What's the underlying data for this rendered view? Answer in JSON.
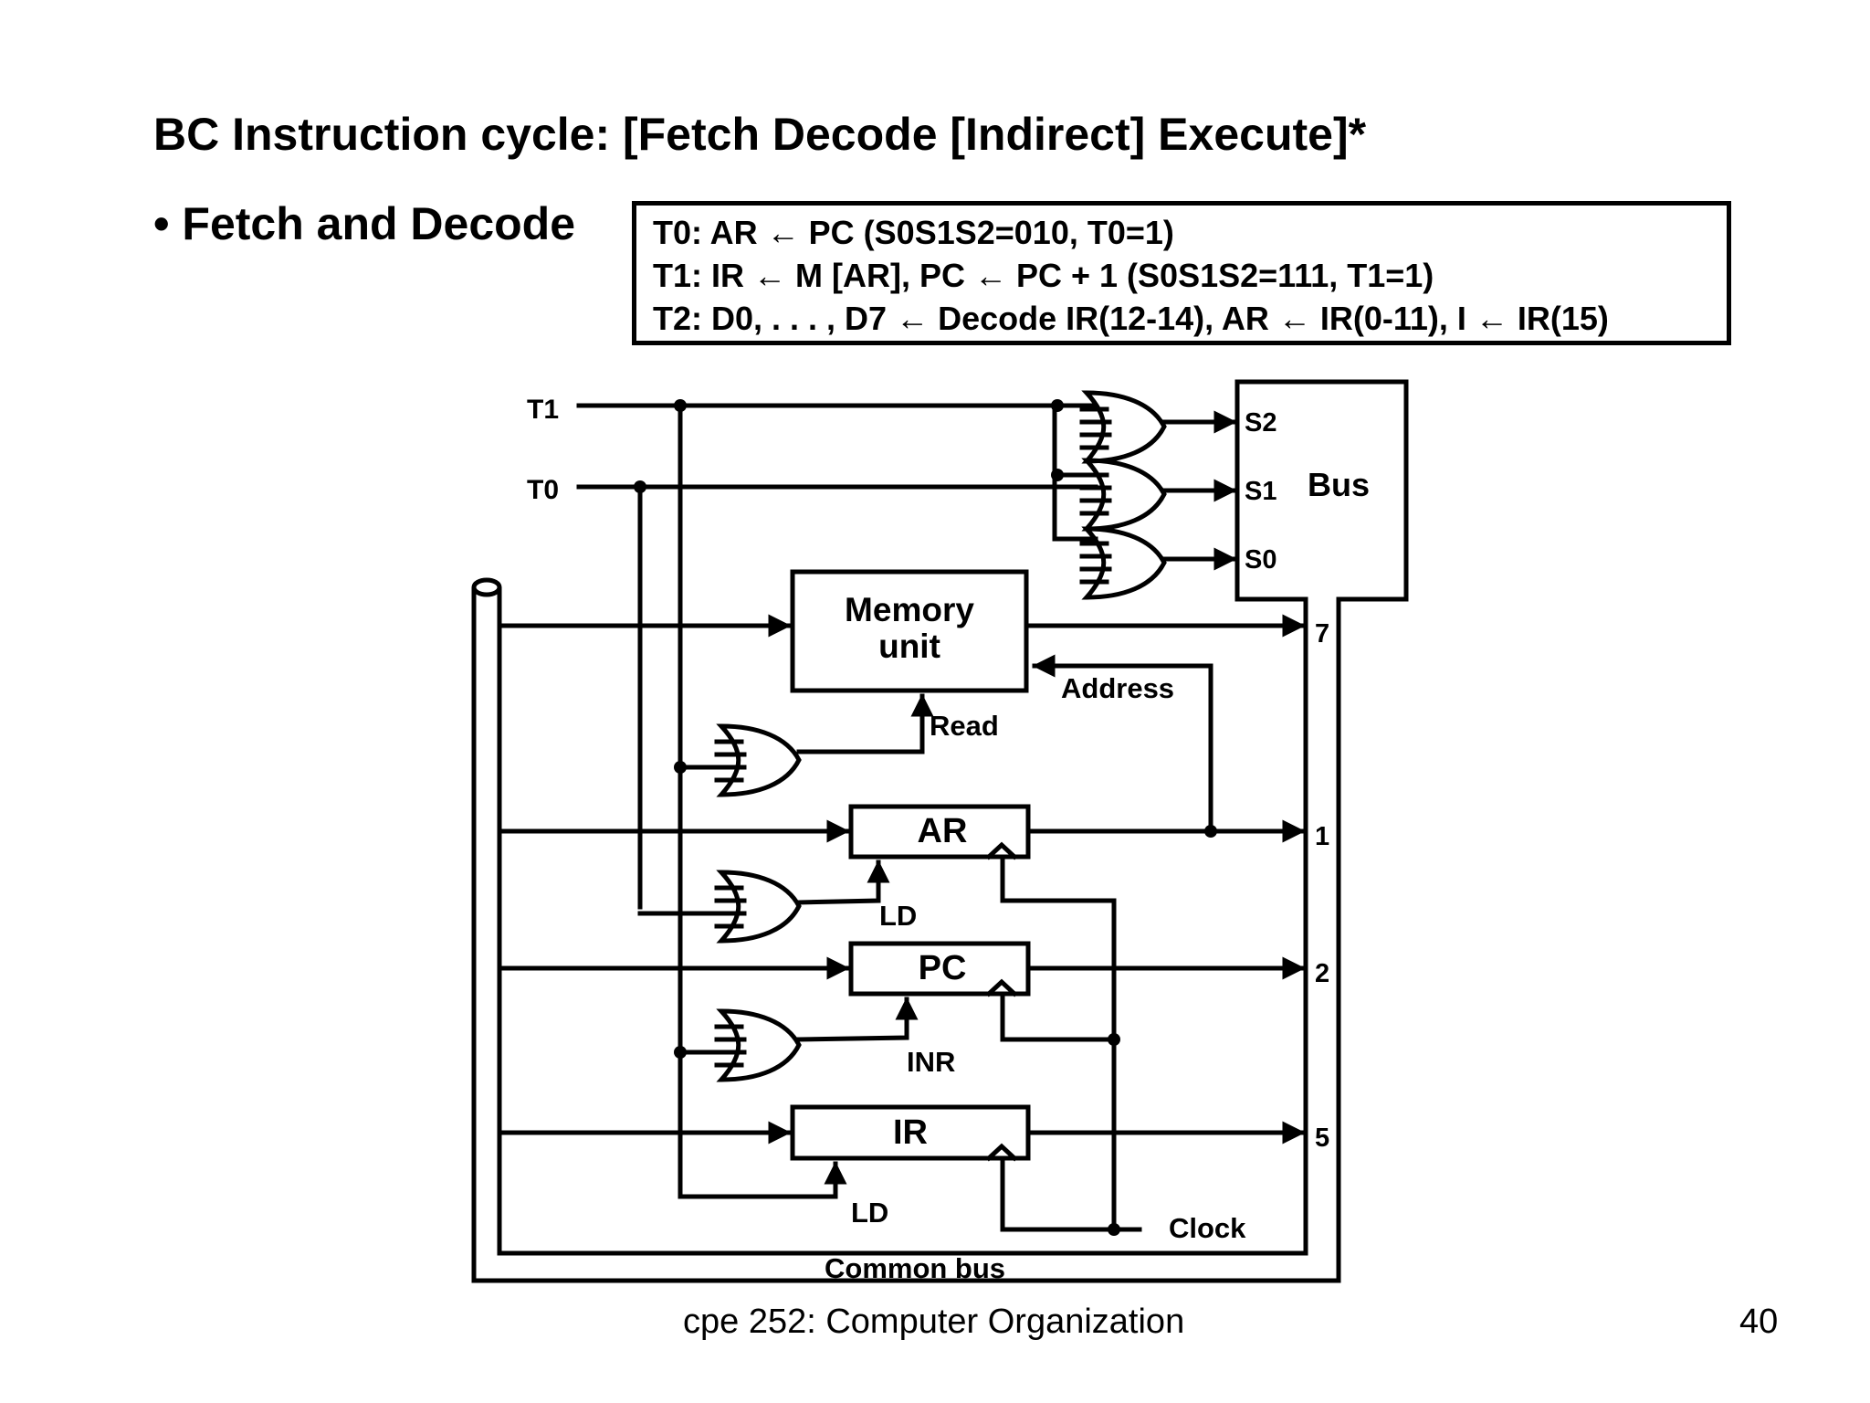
{
  "slide": {
    "title": "BC Instruction cycle:  [Fetch  Decode  [Indirect]  Execute]*",
    "bullet": "• Fetch and Decode",
    "rtl": [
      "T0: AR ← PC  (S0S1S2=010, T0=1)",
      "T1: IR ← M [AR],  PC ← PC + 1   (S0S1S2=111, T1=1)",
      "T2: D0, . . . , D7 ← Decode IR(12-14), AR ← IR(0-11), I ← IR(15)"
    ]
  },
  "diagram": {
    "signals": {
      "t1": "T1",
      "t0": "T0"
    },
    "bus_block": {
      "label": "Bus",
      "s2": "S2",
      "s1": "S1",
      "s0": "S0"
    },
    "memory": {
      "line1": "Memory",
      "line2": "unit",
      "read": "Read",
      "address": "Address"
    },
    "registers": {
      "ar": "AR",
      "pc": "PC",
      "ir": "IR"
    },
    "controls": {
      "ar_ld": "LD",
      "pc_inr": "INR",
      "ir_ld": "LD"
    },
    "bus_numbers": {
      "memory": "7",
      "ar": "1",
      "pc": "2",
      "ir": "5"
    },
    "clock": "Clock",
    "common_bus": "Common bus"
  },
  "footer": {
    "course": "cpe 252: Computer Organization",
    "page": "40"
  }
}
